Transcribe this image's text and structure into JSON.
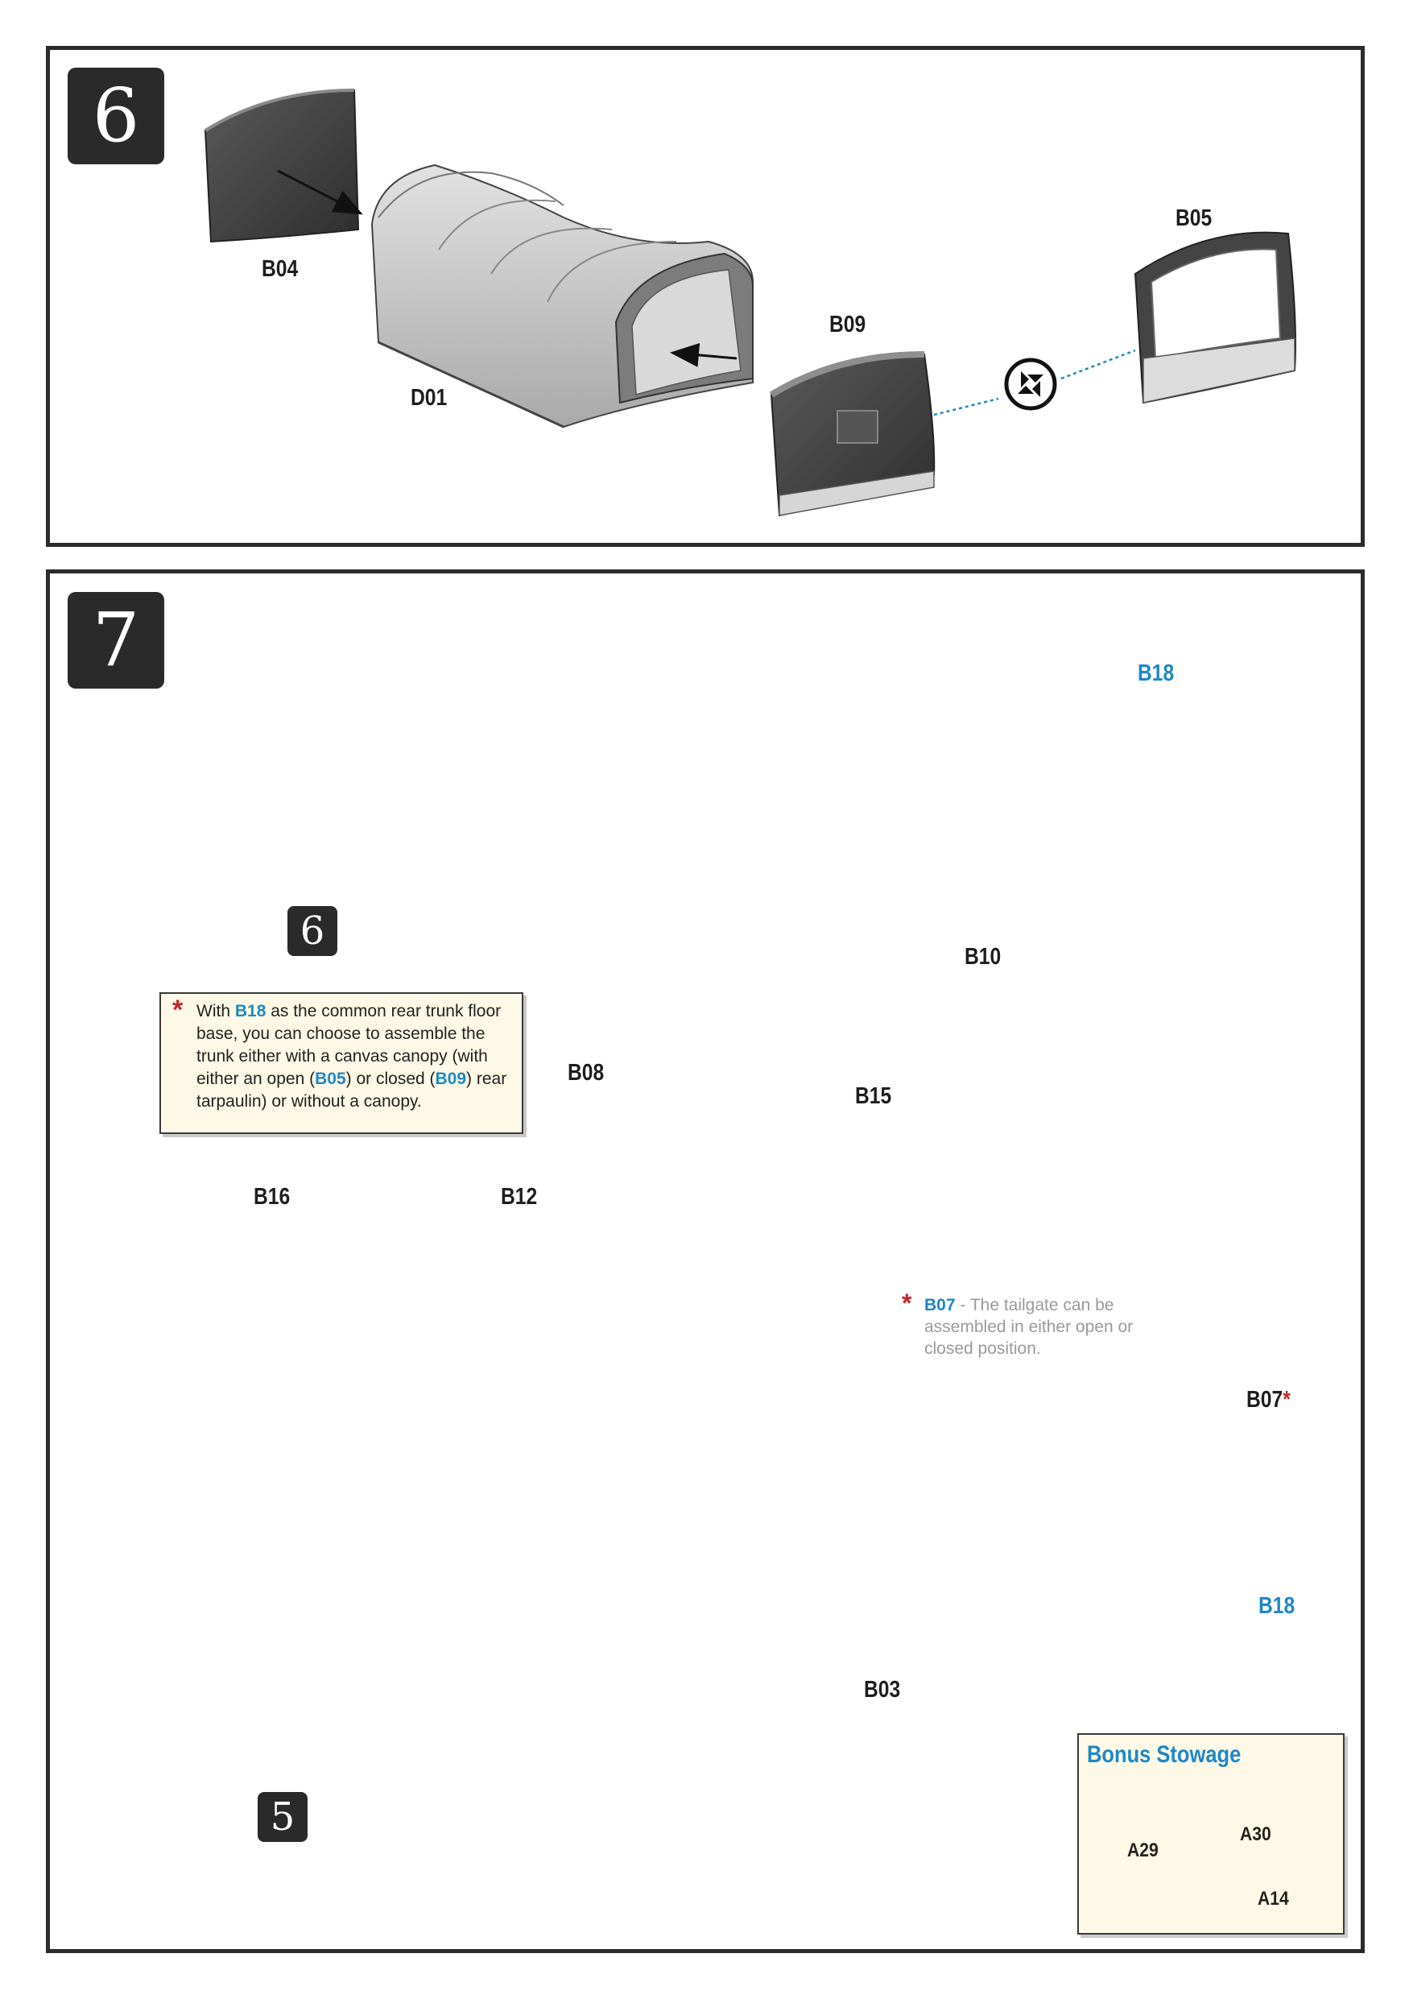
{
  "step6": {
    "number": "6",
    "parts": {
      "b04": "B04",
      "d01": "D01",
      "b09": "B09",
      "b05": "B05"
    }
  },
  "step7": {
    "number": "7",
    "ref_subassembly_6": "6",
    "ref_subassembly_5": "5",
    "parts": {
      "b18_top": "B18",
      "b10": "B10",
      "b08": "B08",
      "b15": "B15",
      "b16": "B16",
      "b12": "B12",
      "b07": "B07",
      "b07_star": "*",
      "b18_bottom": "B18",
      "b03": "B03"
    },
    "note": {
      "star": "*",
      "t1": "With ",
      "p1": "B18",
      "t2": " as the common rear trunk floor base, you can choose to assemble the trunk either with a canvas canopy (with either an open (",
      "p2": "B05",
      "t3": ") or closed (",
      "p3": "B09",
      "t4": ") rear tarpaulin) or without a canopy."
    },
    "tailgate_note": {
      "star": "*",
      "part": "B07",
      "text": " - The tailgate can be assembled in either open or closed position."
    },
    "bonus": {
      "title": "Bonus Stowage",
      "parts": {
        "a29": "A29",
        "a30": "A30",
        "a14": "A14"
      }
    }
  },
  "colors": {
    "accent_blue": "#1e88c7",
    "star_red": "#c0282d",
    "note_bg": "#fdf9e6",
    "canvas_grey": "#b8b8b8"
  }
}
